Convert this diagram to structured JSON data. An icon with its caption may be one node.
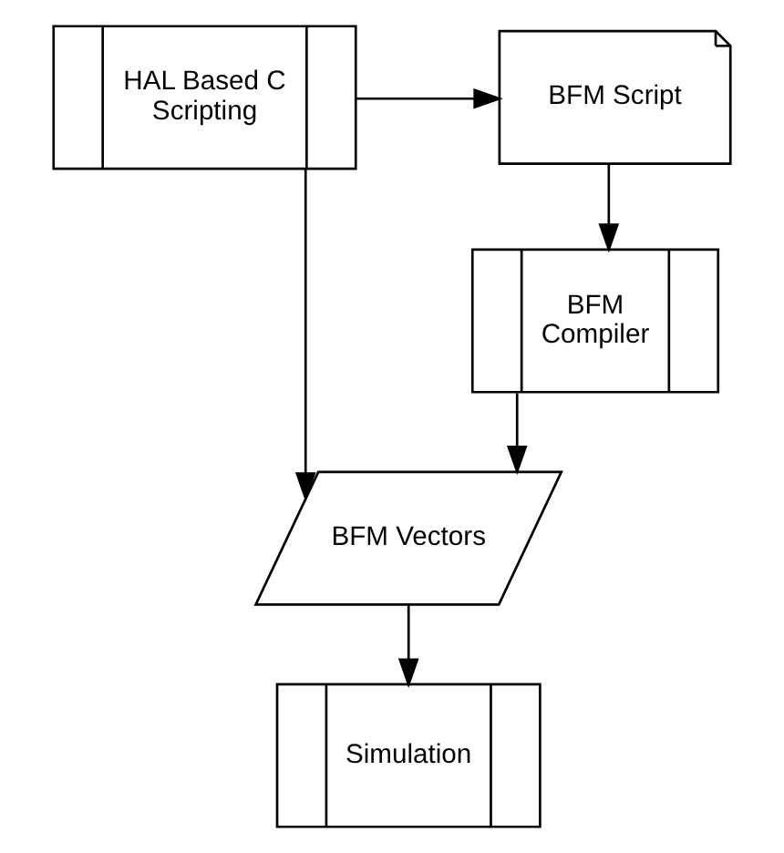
{
  "diagram": {
    "nodes": [
      {
        "text": [
          "HAL Based C Scripting"
        ]
      },
      {
        "text": [
          "BFM Script"
        ]
      },
      {
        "text": [
          "BFM Compiler"
        ]
      },
      {
        "text": [
          "BFM Vectors"
        ]
      },
      {
        "text": [
          "Simulation"
        ]
      }
    ],
    "edges": [
      {
        "from": 0,
        "to": 1,
        "arrow": "to"
      },
      {
        "from": 1,
        "to": 2,
        "arrow": "to"
      },
      {
        "from": 2,
        "to": 3,
        "arrow": "to"
      },
      {
        "from": 0,
        "to": 3,
        "arrow": "to"
      },
      {
        "from": 3,
        "to": 4,
        "arrow": "to"
      }
    ]
  }
}
